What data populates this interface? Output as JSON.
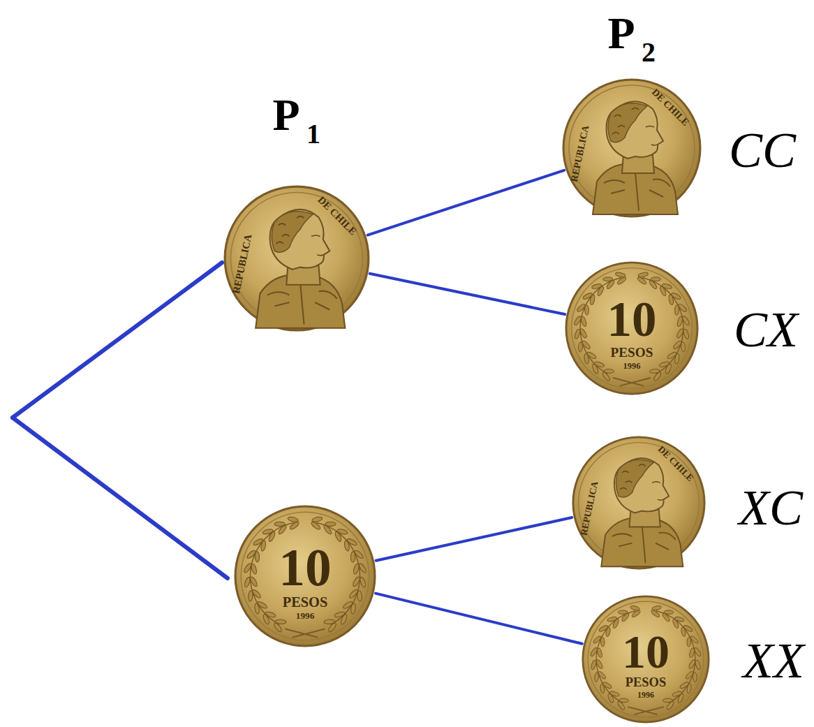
{
  "diagram": {
    "nodes": [
      {
        "text": [
          "REPUBLICA",
          "DE CHILE"
        ]
      },
      {
        "text": [
          "REPUBLICA",
          "DE CHILE"
        ]
      },
      {
        "text": [
          "10",
          "PESOS",
          "1996"
        ]
      },
      {
        "text": [
          "10",
          "PESOS",
          "1996"
        ]
      },
      {
        "text": [
          "REPUBLICA",
          "DE CHILE"
        ]
      },
      {
        "text": [
          "10",
          "PESOS",
          "1996"
        ]
      }
    ],
    "edges": [
      {
        "from": 0,
        "to": 1,
        "arrow": "none"
      },
      {
        "from": 0,
        "to": 2,
        "arrow": "none"
      },
      {
        "from": 3,
        "to": 4,
        "arrow": "none"
      },
      {
        "from": 3,
        "to": 5,
        "arrow": "none"
      }
    ],
    "labels": [
      "P",
      "1",
      "P",
      "2",
      "CC",
      "CX",
      "XC",
      "XX"
    ]
  }
}
